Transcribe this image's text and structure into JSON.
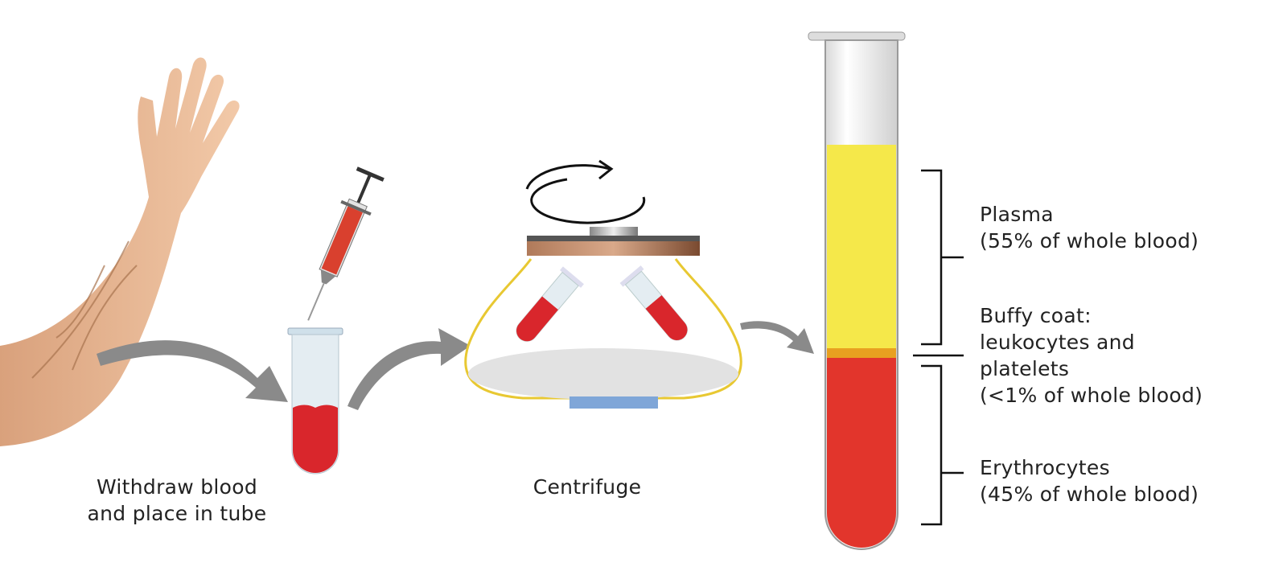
{
  "steps": {
    "withdraw": {
      "line1": "Withdraw blood",
      "line2": "and place in tube"
    },
    "centrifuge": {
      "label": "Centrifuge"
    }
  },
  "layers": {
    "plasma": {
      "name": "Plasma",
      "share": "(55% of whole blood)"
    },
    "buffy": {
      "name": "Buffy coat:",
      "line2": "leukocytes and",
      "line3": "platelets",
      "share": "(<1% of whole blood)"
    },
    "erythrocytes": {
      "name": "Erythrocytes",
      "share": "(45% of whole blood)"
    }
  },
  "colors": {
    "plasma": "#f5e84a",
    "buffy": "#e8a020",
    "blood": "#e2352c",
    "arrow": "#8a8a8a",
    "bowl_outline": "#e8c832",
    "base": "#7fa6d8"
  }
}
